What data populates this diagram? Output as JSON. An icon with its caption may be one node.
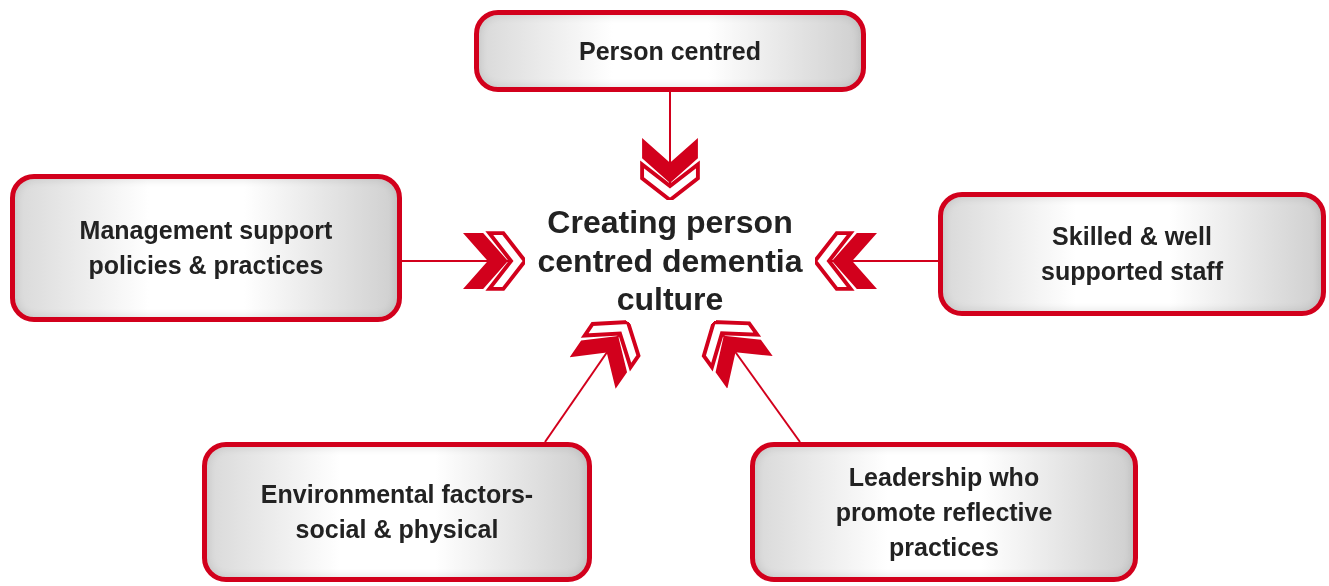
{
  "diagram": {
    "nodes": [
      {
        "text": [
          "Person centred"
        ]
      },
      {
        "text": [
          "Management support policies & practices"
        ]
      },
      {
        "text": [
          "Creating person centred dementia culture"
        ]
      },
      {
        "text": [
          "Skilled & well supported staff"
        ]
      },
      {
        "text": [
          "Environmental factors- social & physical"
        ]
      },
      {
        "text": [
          "Leadership who promote reflective practices"
        ]
      }
    ],
    "edges": [
      {
        "from": 0,
        "to": 2,
        "arrow": "to"
      },
      {
        "from": 1,
        "to": 2,
        "arrow": "to"
      },
      {
        "from": 3,
        "to": 2,
        "arrow": "to"
      },
      {
        "from": 4,
        "to": 2,
        "arrow": "to"
      },
      {
        "from": 5,
        "to": 2,
        "arrow": "to"
      }
    ]
  }
}
